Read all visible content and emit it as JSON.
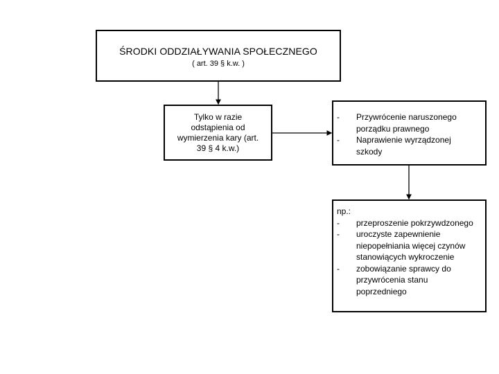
{
  "main": {
    "title": "ŚRODKI ODDZIAŁYWANIA SPOŁECZNEGO",
    "subtitle": "( art. 39 § k.w. )"
  },
  "condition": {
    "lines": [
      "Tylko w razie",
      "odstąpienia od",
      "wymierzenia kary (art.",
      "39 § 4 k.w.)"
    ]
  },
  "goals": {
    "items": [
      {
        "dash": "-",
        "lines": [
          "Przywrócenie naruszonego",
          "porządku prawnego"
        ]
      },
      {
        "dash": "-",
        "lines": [
          "Naprawienie wyrządzonej",
          "szkody"
        ]
      }
    ]
  },
  "examples": {
    "lead": "np.:",
    "items": [
      {
        "dash": "-",
        "lines": [
          "przeproszenie pokrzywdzonego"
        ]
      },
      {
        "dash": "-",
        "lines": [
          "uroczyste zapewnienie",
          "niepopełniania więcej czynów",
          "stanowiących wykroczenie"
        ]
      },
      {
        "dash": "-",
        "lines": [
          "zobowiązanie sprawcy do",
          "przywrócenia stanu",
          "poprzedniego"
        ]
      }
    ]
  }
}
